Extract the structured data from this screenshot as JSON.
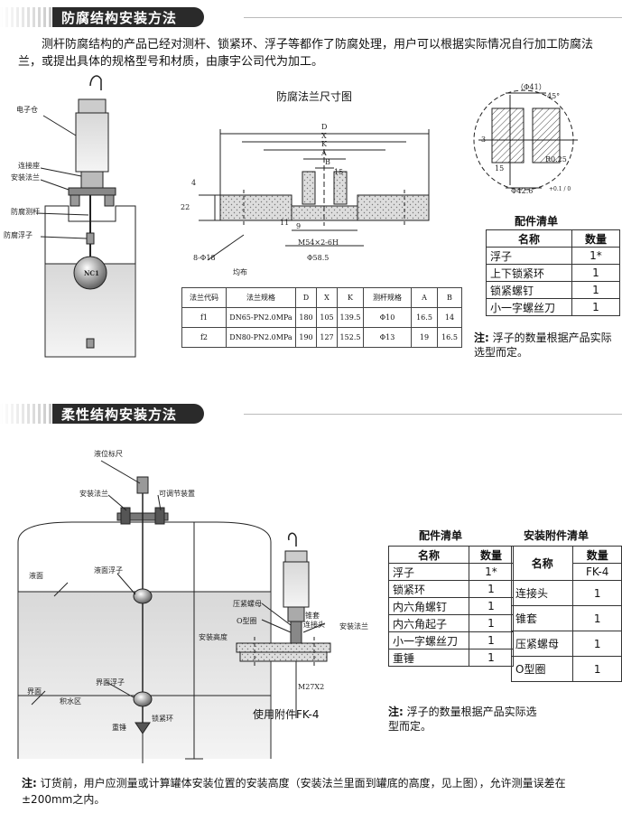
{
  "section1": {
    "title": "防腐结构安装方法",
    "paragraph": "测杆防腐结构的产品已经对测杆、锁紧环、浮子等都作了防腐处理，用户可以根据实际情况自行加工防腐法兰，或提出具体的规格型号和材质，由康宇公司代为加工。",
    "diagram_title": "防腐法兰尺寸图",
    "left_labels": {
      "box": "电子仓",
      "connector": "连接座",
      "flange": "安装法兰",
      "rod": "防腐测杆",
      "float": "防腐浮子",
      "float_mark": "NC1"
    },
    "dims": {
      "D": "D",
      "X": "X",
      "K": "K",
      "A": "A",
      "B": "B",
      "h15": "15",
      "h4": "4",
      "h22": "22",
      "h11": "11",
      "h9": "9",
      "holes": "8-Φ18",
      "uniform": "均布",
      "thread": "M54×2-6H",
      "bore": "Φ58.5",
      "phi41": "（Φ41）",
      "deg45": "45°",
      "r025": "R0.25",
      "d3": "3",
      "d15": "15",
      "phi426": "Φ42.6",
      "tol": "+0.1 / 0"
    },
    "dim_table": {
      "headers": [
        "法兰代码",
        "法兰规格",
        "D",
        "X",
        "K",
        "测杆规格",
        "A",
        "B"
      ],
      "rows": [
        [
          "f1",
          "DN65-PN2.0MPa",
          "180",
          "105",
          "139.5",
          "Φ10",
          "16.5",
          "14"
        ],
        [
          "f2",
          "DN80-PN2.0MPa",
          "190",
          "127",
          "152.5",
          "Φ13",
          "19",
          "16.5"
        ]
      ]
    },
    "parts": {
      "title": "配件清单",
      "headers": [
        "名称",
        "数量"
      ],
      "rows": [
        [
          "浮子",
          "1*"
        ],
        [
          "上下锁紧环",
          "1"
        ],
        [
          "锁紧螺钉",
          "1"
        ],
        [
          "小一字螺丝刀",
          "1"
        ]
      ]
    },
    "note_label": "注:",
    "note_text": "浮子的数量根据产品实际选型而定。"
  },
  "section2": {
    "title": "柔性结构安装方法",
    "labels": {
      "ruler": "液位标尺",
      "mount_flange": "安装法兰",
      "adjust": "可调节装置",
      "surface": "液面",
      "surface_float": "液面浮子",
      "install_height": "安装高度",
      "interface": "界面",
      "water": "积水区",
      "interface_float": "界面浮子",
      "weight": "重锤",
      "lock": "锁紧环",
      "nut": "压紧螺母",
      "oring": "O型圈",
      "cone": "锥套",
      "joint": "连接头",
      "flange2": "安装法兰",
      "thread2": "M27X2",
      "accessory": "使用附件FK-4"
    },
    "parts": {
      "title": "配件清单",
      "headers": [
        "名称",
        "数量"
      ],
      "rows": [
        [
          "浮子",
          "1*"
        ],
        [
          "锁紧环",
          "1"
        ],
        [
          "内六角螺钉",
          "1"
        ],
        [
          "内六角起子",
          "1"
        ],
        [
          "小一字螺丝刀",
          "1"
        ],
        [
          "重锤",
          "1"
        ]
      ]
    },
    "accessory_parts": {
      "title": "安装附件清单",
      "header_name": "名称",
      "header_qty": "数量",
      "header_model": "FK-4",
      "rows": [
        [
          "连接头",
          "1"
        ],
        [
          "锥套",
          "1"
        ],
        [
          "压紧螺母",
          "1"
        ],
        [
          "O型圈",
          "1"
        ]
      ]
    },
    "note_label": "注:",
    "note_text": "浮子的数量根据产品实际选型而定。"
  },
  "footer": {
    "label": "注:",
    "text": "订货前，用户应测量或计算罐体安装位置的安装高度（安装法兰里面到罐底的高度，见上图），允许测量误差在±200mm之内。"
  }
}
